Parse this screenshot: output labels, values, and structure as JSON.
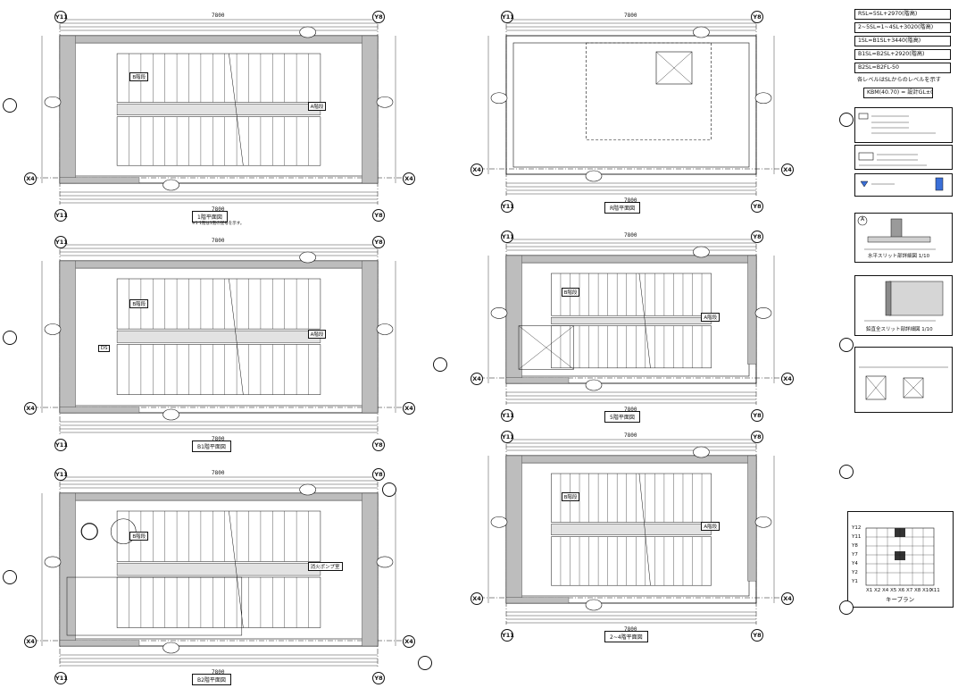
{
  "plans": [
    {
      "id": "p1",
      "title": "1階平面図",
      "note": "※1 1階は1階の記号を示す。",
      "span": "7800",
      "grid": [
        "Y11",
        "Y8",
        "X4"
      ],
      "letters": [
        "B階段",
        "A階段"
      ]
    },
    {
      "id": "p2",
      "title": "R階平面図",
      "span": "7800",
      "grid": [
        "Y11",
        "Y8",
        "X4"
      ],
      "letters": []
    },
    {
      "id": "p3",
      "title": "B1階平面図",
      "span": "7800",
      "grid": [
        "Y11",
        "Y8",
        "X4"
      ],
      "letters": [
        "B階段",
        "A階段",
        "DS"
      ]
    },
    {
      "id": "p4",
      "title": "5階平面図",
      "span": "7800",
      "grid": [
        "Y11",
        "Y8",
        "X4"
      ],
      "letters": [
        "B階段",
        "A階段"
      ]
    },
    {
      "id": "p5",
      "title": "B2階平面図",
      "span": "7800",
      "grid": [
        "Y11",
        "Y8",
        "X4"
      ],
      "letters": [
        "B階段",
        "消火ポンプ室"
      ]
    },
    {
      "id": "p6",
      "title": "2~4階平面図",
      "span": "7800",
      "grid": [
        "Y11",
        "Y8",
        "X4"
      ],
      "letters": [
        "B階段",
        "A階段"
      ]
    }
  ],
  "levels": [
    "RSL=5SL+2970(階高)",
    "2~5SL=1~4SL+3020(階高)",
    "1SL=B1SL+3440(階高)",
    "B1SL=B2SL+2920(階高)",
    "B2SL=B2FL-50",
    "各レベルはSLからのレベルを示す",
    "KBM(40.70) = 設計GL±0"
  ],
  "details": {
    "slit_title": "水平スリット部詳細図 1/10",
    "vslit_title": "鉛直全スリット部詳細図 1/10",
    "keyplan": "キープラン",
    "detail_a": "A",
    "keyplan_axes_left": [
      "Y12",
      "Y11",
      "Y8",
      "Y7",
      "Y4",
      "Y2",
      "Y1"
    ],
    "keyplan_axes_bottom": [
      "X1",
      "X2",
      "X4",
      "X5",
      "X6",
      "X7",
      "X8",
      "X10",
      "X11"
    ]
  },
  "colors": {
    "ink": "#111111",
    "wall": "#bdbdbd"
  }
}
